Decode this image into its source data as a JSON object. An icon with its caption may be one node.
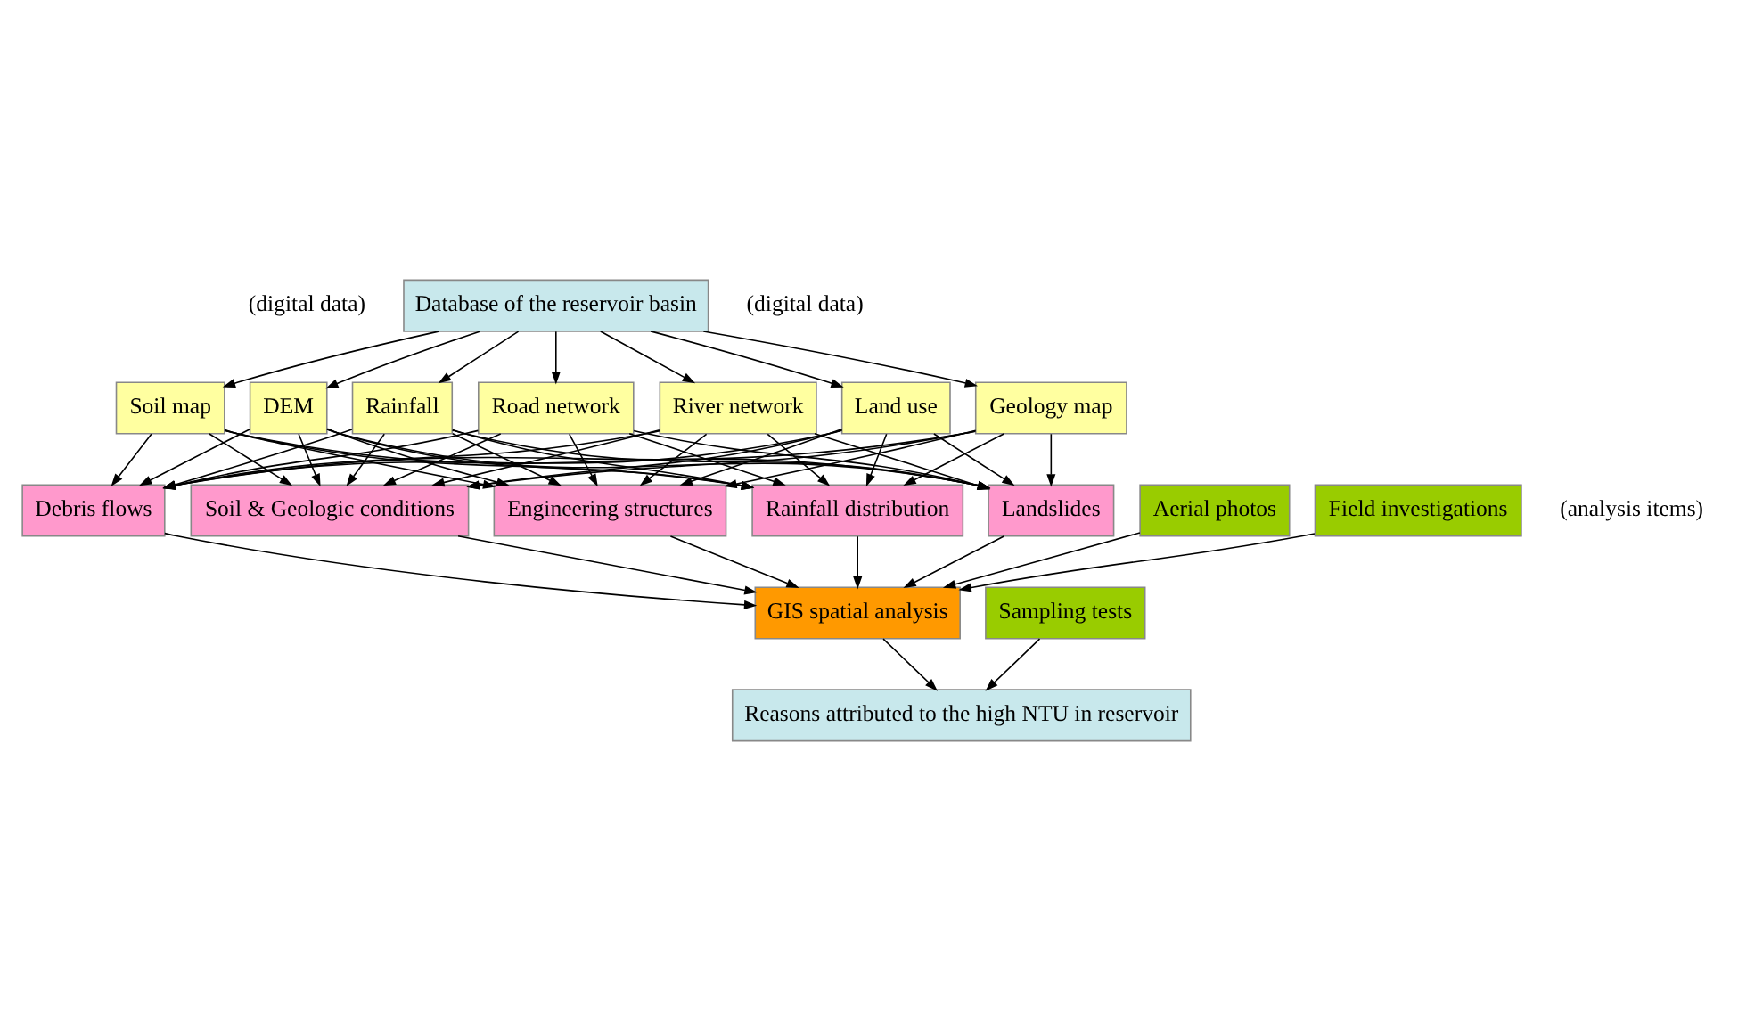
{
  "diagram": {
    "nodes": [
      {
        "text": [
          "Database of the reservoir basin"
        ]
      },
      {
        "text": [
          "DEM"
        ]
      },
      {
        "text": [
          "Rainfall"
        ]
      },
      {
        "text": [
          "Road network"
        ]
      },
      {
        "text": [
          "River network"
        ]
      },
      {
        "text": [
          "Land use"
        ]
      },
      {
        "text": [
          "Geology map"
        ]
      },
      {
        "text": [
          "Soil map"
        ]
      },
      {
        "text": [
          "Rainfall distribution"
        ]
      },
      {
        "text": [
          "Landslides"
        ]
      },
      {
        "text": [
          "Debris flows"
        ]
      },
      {
        "text": [
          "Soil & Geologic conditions"
        ]
      },
      {
        "text": [
          "Engineering structures"
        ]
      },
      {
        "text": [
          "Aerial photos"
        ]
      },
      {
        "text": [
          "Field investigations"
        ]
      },
      {
        "text": [
          "GIS spatial analysis"
        ]
      },
      {
        "text": [
          "Sampling tests"
        ]
      },
      {
        "text": [
          "Reasons attributed to the high NTU in reservoir"
        ]
      }
    ],
    "edges": [
      {
        "from": 0,
        "to": 1,
        "arrow": "to"
      },
      {
        "from": 0,
        "to": 2,
        "arrow": "to"
      },
      {
        "from": 0,
        "to": 3,
        "arrow": "to"
      },
      {
        "from": 0,
        "to": 4,
        "arrow": "to"
      },
      {
        "from": 0,
        "to": 5,
        "arrow": "to"
      },
      {
        "from": 0,
        "to": 6,
        "arrow": "to"
      },
      {
        "from": 0,
        "to": 7,
        "arrow": "to"
      },
      {
        "from": 1,
        "to": 8,
        "arrow": "to"
      },
      {
        "from": 1,
        "to": 9,
        "arrow": "to"
      },
      {
        "from": 1,
        "to": 10,
        "arrow": "to"
      },
      {
        "from": 1,
        "to": 11,
        "arrow": "to"
      },
      {
        "from": 1,
        "to": 12,
        "arrow": "to"
      },
      {
        "from": 2,
        "to": 8,
        "arrow": "to"
      },
      {
        "from": 2,
        "to": 9,
        "arrow": "to"
      },
      {
        "from": 2,
        "to": 10,
        "arrow": "to"
      },
      {
        "from": 2,
        "to": 11,
        "arrow": "to"
      },
      {
        "from": 2,
        "to": 12,
        "arrow": "to"
      },
      {
        "from": 3,
        "to": 8,
        "arrow": "to"
      },
      {
        "from": 3,
        "to": 9,
        "arrow": "to"
      },
      {
        "from": 3,
        "to": 10,
        "arrow": "to"
      },
      {
        "from": 3,
        "to": 11,
        "arrow": "to"
      },
      {
        "from": 3,
        "to": 12,
        "arrow": "to"
      },
      {
        "from": 4,
        "to": 8,
        "arrow": "to"
      },
      {
        "from": 4,
        "to": 9,
        "arrow": "to"
      },
      {
        "from": 4,
        "to": 10,
        "arrow": "to"
      },
      {
        "from": 4,
        "to": 11,
        "arrow": "to"
      },
      {
        "from": 4,
        "to": 12,
        "arrow": "to"
      },
      {
        "from": 5,
        "to": 8,
        "arrow": "to"
      },
      {
        "from": 5,
        "to": 9,
        "arrow": "to"
      },
      {
        "from": 5,
        "to": 10,
        "arrow": "to"
      },
      {
        "from": 5,
        "to": 11,
        "arrow": "to"
      },
      {
        "from": 5,
        "to": 12,
        "arrow": "to"
      },
      {
        "from": 6,
        "to": 8,
        "arrow": "to"
      },
      {
        "from": 6,
        "to": 9,
        "arrow": "to"
      },
      {
        "from": 6,
        "to": 10,
        "arrow": "to"
      },
      {
        "from": 6,
        "to": 11,
        "arrow": "to"
      },
      {
        "from": 6,
        "to": 12,
        "arrow": "to"
      },
      {
        "from": 7,
        "to": 8,
        "arrow": "to"
      },
      {
        "from": 7,
        "to": 9,
        "arrow": "to"
      },
      {
        "from": 7,
        "to": 10,
        "arrow": "to"
      },
      {
        "from": 7,
        "to": 11,
        "arrow": "to"
      },
      {
        "from": 7,
        "to": 12,
        "arrow": "to"
      },
      {
        "from": 8,
        "to": 15,
        "arrow": "to"
      },
      {
        "from": 9,
        "to": 15,
        "arrow": "to"
      },
      {
        "from": 10,
        "to": 15,
        "arrow": "to"
      },
      {
        "from": 11,
        "to": 15,
        "arrow": "to"
      },
      {
        "from": 12,
        "to": 15,
        "arrow": "to"
      },
      {
        "from": 13,
        "to": 15,
        "arrow": "to"
      },
      {
        "from": 14,
        "to": 15,
        "arrow": "to"
      },
      {
        "from": 15,
        "to": 17,
        "arrow": "to"
      },
      {
        "from": 16,
        "to": 17,
        "arrow": "to"
      }
    ],
    "labels": [
      "(digital data)",
      "(digital data)",
      "(analysis items)"
    ]
  }
}
